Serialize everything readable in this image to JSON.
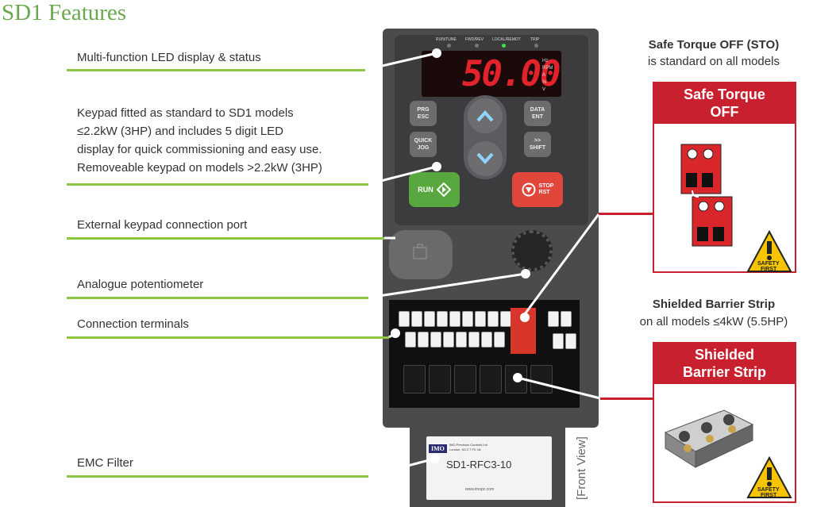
{
  "page": {
    "title": "SD1 Features"
  },
  "callouts": {
    "led_display": "Multi-function LED display & status",
    "keypad_line1": "Keypad fitted as standard to SD1 models",
    "keypad_line2": "≤2.2kW (3HP) and includes 5 digit LED",
    "keypad_line3": "display for quick commissioning and easy use.",
    "keypad_line4": "Removeable keypad on models >2.2kW (3HP)",
    "keypad_port": "External keypad connection port",
    "potentiometer": "Analogue potentiometer",
    "terminals": "Connection terminals",
    "emc": "EMC Filter"
  },
  "device": {
    "status_leds": [
      "RUN/TUNE",
      "FWD/REV",
      "LOCAL/REMOT",
      "TRIP"
    ],
    "display_value": "50.00",
    "units": [
      "Hz",
      "RPM",
      "A",
      "%",
      "V"
    ],
    "keys": {
      "prg": "PRG\nESC",
      "data": "DATA\nENT",
      "quick": "QUICK\nJOG",
      "shift": ">>\nSHIFT",
      "run": "RUN",
      "stop": "STOP\nRST"
    },
    "filter_brand": "IMO",
    "filter_address": "IMO Precision Controls Ltd\nLondon, N3 2 7 FX Uk",
    "filter_model": "SD1-RFC3-10",
    "filter_web": "www.imopc.com",
    "view_label": "[Front View]"
  },
  "sto": {
    "heading_bold": "Safe Torque OFF (STO)",
    "heading_sub": "is standard on all models",
    "box_title_1": "Safe Torque",
    "box_title_2": "OFF",
    "badge_1": "SAFETY",
    "badge_2": "FIRST"
  },
  "barrier": {
    "heading_bold": "Shielded Barrier Strip",
    "heading_sub": "on all models ≤4kW (5.5HP)",
    "box_title_1": "Shielded",
    "box_title_2": "Barrier Strip",
    "badge_1": "SAFETY",
    "badge_2": "FIRST"
  },
  "colors": {
    "title_green": "#6aa84f",
    "underline_green": "#8dc63f",
    "accent_red": "#c8202f",
    "display_red": "#e3232c"
  }
}
